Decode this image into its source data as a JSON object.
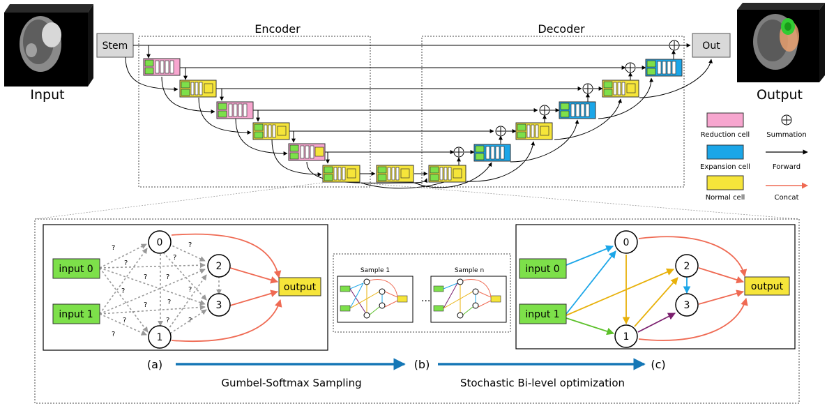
{
  "top": {
    "encoder_title": "Encoder",
    "decoder_title": "Decoder",
    "stem_label": "Stem",
    "out_label": "Out",
    "input_caption": "Input",
    "output_caption": "Output"
  },
  "legend": {
    "reduction": "Reduction cell",
    "expansion": "Expansion cell",
    "normal": "Normal cell",
    "summation": "Summation",
    "forward": "Forward",
    "concat": "Concat"
  },
  "colors": {
    "reduction": "#f7a6cf",
    "expansion": "#1ba6e8",
    "normal": "#f6e53a",
    "input_green": "#7de04a",
    "concat": "#ef6a53",
    "gray_box": "#d9d9d9"
  },
  "panel_a": {
    "input0": "input 0",
    "input1": "input 1",
    "output": "output",
    "nodes": [
      "0",
      "1",
      "2",
      "3"
    ],
    "question": "?"
  },
  "panel_b": {
    "sample1": "Sample 1",
    "samplen": "Sample n",
    "ellipsis": "..."
  },
  "panel_c": {
    "input0": "input 0",
    "input1": "input 1",
    "output": "output",
    "nodes": [
      "0",
      "1",
      "2",
      "3"
    ]
  },
  "bottom": {
    "label_a": "(a)",
    "label_b": "(b)",
    "label_c": "(c)",
    "arrow1_text": "Gumbel-Softmax Sampling",
    "arrow2_text": "Stochastic Bi-level optimization"
  }
}
